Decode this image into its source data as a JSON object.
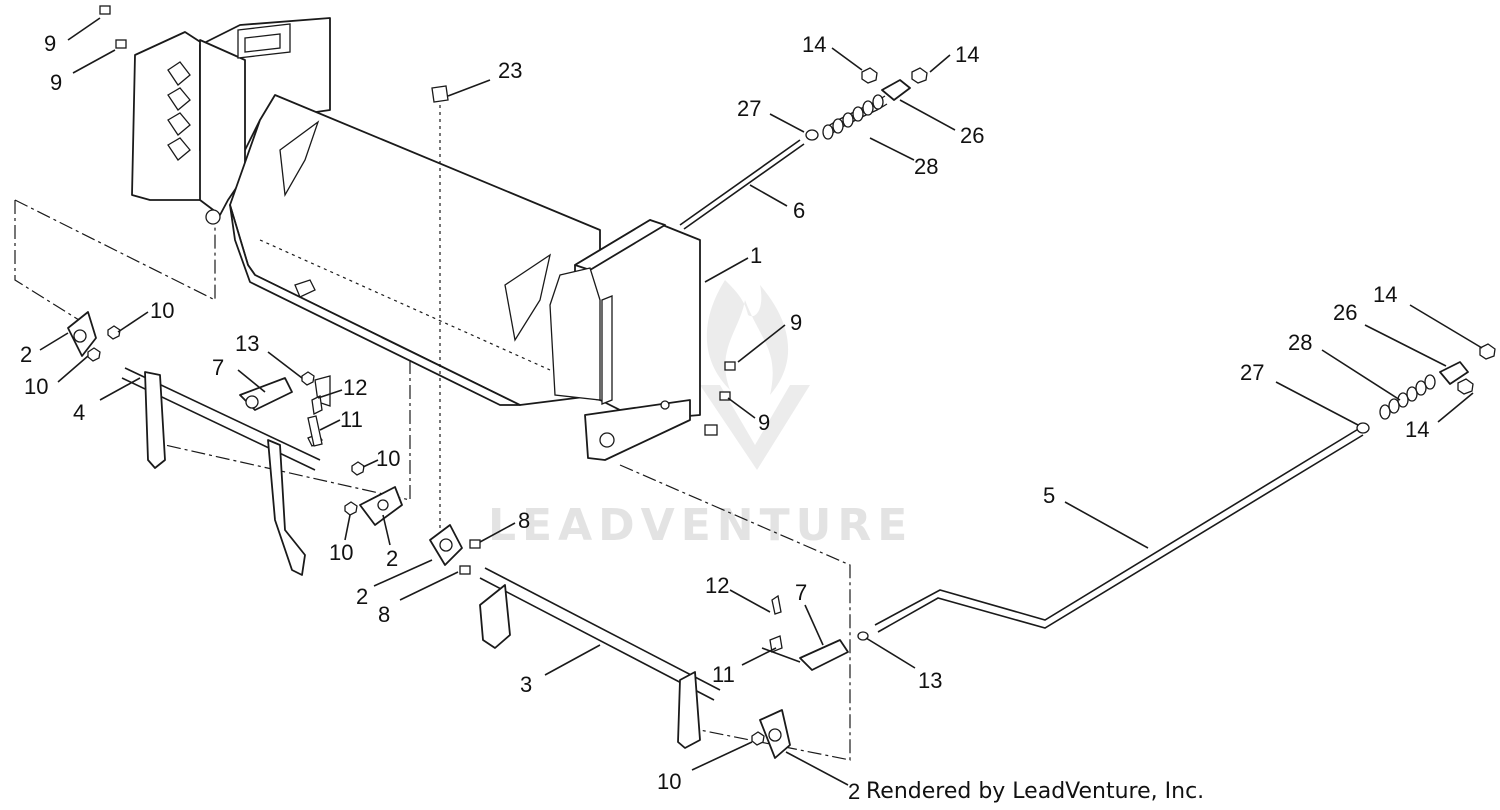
{
  "diagram": {
    "credit": "Rendered by LeadVenture, Inc.",
    "watermark": "LEADVENTURE",
    "callouts": [
      "9",
      "9",
      "23",
      "14",
      "14",
      "27",
      "26",
      "28",
      "6",
      "1",
      "9",
      "9",
      "14",
      "26",
      "28",
      "27",
      "14",
      "10",
      "2",
      "10",
      "4",
      "13",
      "7",
      "12",
      "11",
      "10",
      "10",
      "2",
      "8",
      "2",
      "8",
      "5",
      "12",
      "7",
      "11",
      "13",
      "3",
      "10",
      "2"
    ]
  },
  "colors": {
    "ink": "#1a1a1a",
    "watermark": "#e3e3e3"
  }
}
